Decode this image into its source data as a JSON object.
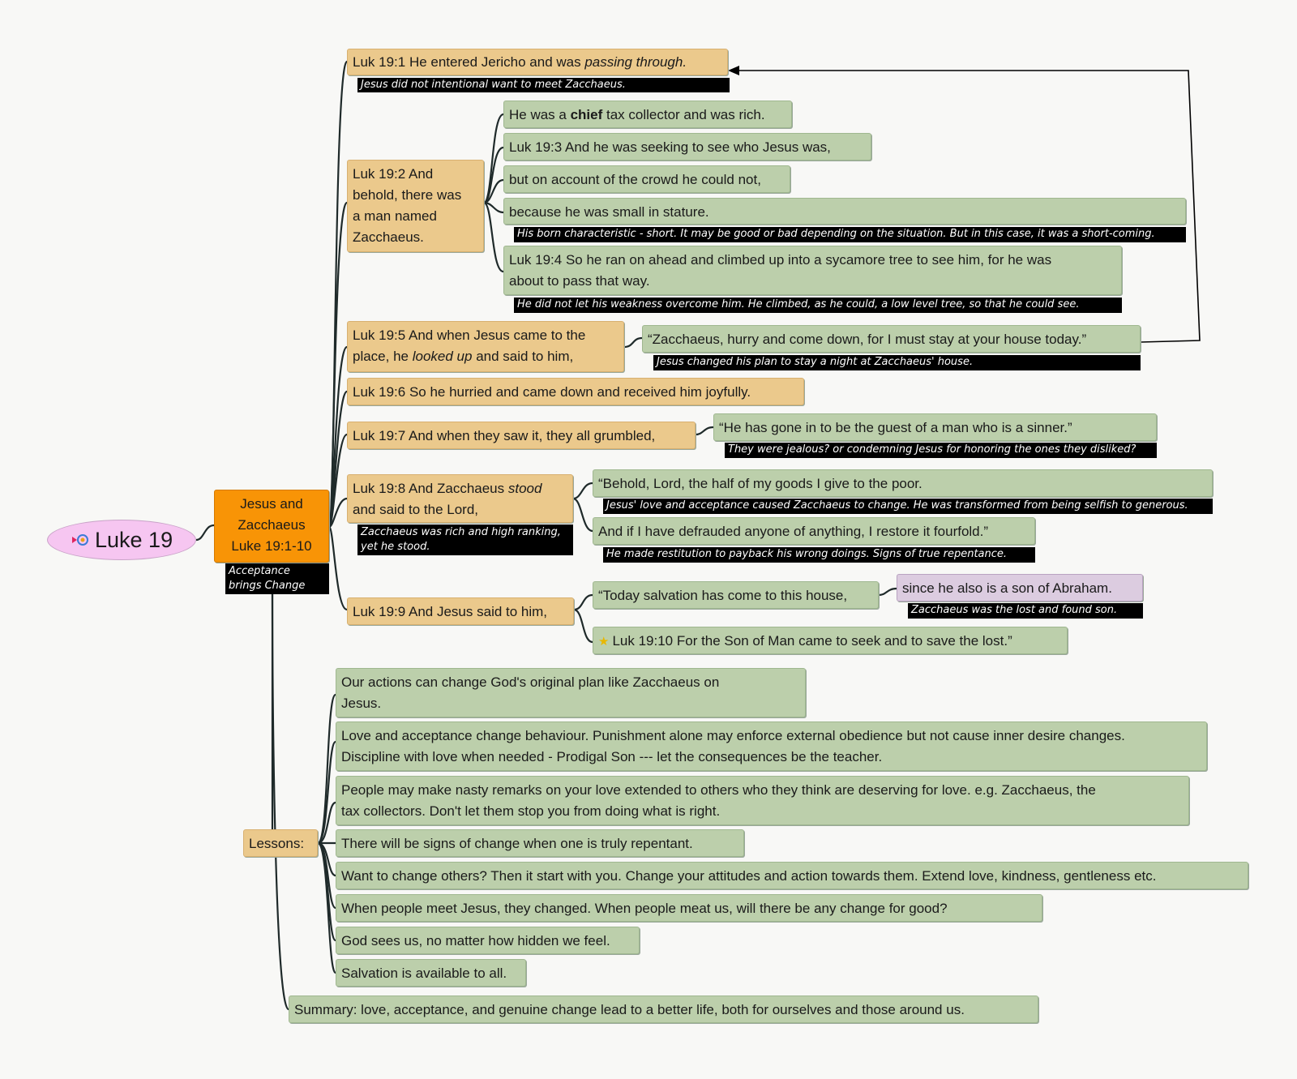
{
  "root": {
    "label": "Luke 19",
    "icon": "map-logo-icon"
  },
  "topic": {
    "lines": [
      "Jesus and",
      "Zacchaeus",
      "Luke 19:1-10"
    ],
    "note_lines": [
      "Acceptance",
      "brings Change"
    ]
  },
  "verses": {
    "v1": {
      "text": "Luk 19:1  He entered Jericho and was ",
      "emph": "passing through.",
      "note": "Jesus did not intentional want to meet Zacchaeus."
    },
    "v2": {
      "lines": [
        "Luk 19:2  And",
        "behold, there was",
        "a man named",
        "Zacchaeus."
      ]
    },
    "v2a": {
      "pre": "He was a ",
      "bold": "chief",
      "post": " tax collector and was rich."
    },
    "v3": "Luk 19:3  And he was seeking to see who Jesus was,",
    "v3b": "but on account of the crowd he could not,",
    "v3c": {
      "text": "because he was small in stature.",
      "note": "His born characteristic - short. It may be good or bad depending on the situation. But in this case, it was a short-coming."
    },
    "v4": {
      "lines": [
        "Luk 19:4  So he ran on ahead and climbed up into a sycamore tree to see him, for he was",
        "about to pass that way."
      ],
      "note": "He did not let his weakness overcome him. He climbed, as he could, a low level tree, so that he could see."
    },
    "v5": {
      "line1": "Luk 19:5  And when Jesus came to the",
      "line2_pre": "place, he ",
      "line2_emph": "looked up",
      "line2_post": " and said to him,"
    },
    "v5a": {
      "text": "“Zacchaeus, hurry and come down, for I must stay at your house today.”",
      "note": "Jesus changed his plan to stay a night at Zacchaeus' house."
    },
    "v6": "Luk 19:6  So he hurried and came down and received him joyfully.",
    "v7": "Luk 19:7  And when they saw it, they all grumbled,",
    "v7a": {
      "text": "“He has gone in to be the guest of a man who is a sinner.”",
      "note": "They were jealous? or condemning Jesus for honoring the ones they disliked?"
    },
    "v8": {
      "line1_pre": "Luk 19:8  And Zacchaeus ",
      "line1_emph": "stood",
      "line2": "and said to the Lord,",
      "note_lines": [
        "Zacchaeus was rich and high ranking,",
        "yet he stood."
      ]
    },
    "v8a": {
      "text": "“Behold, Lord, the half of my goods I give to the poor.",
      "note": "Jesus' love and acceptance caused Zacchaeus to change. He was transformed from being selfish to generous."
    },
    "v8b": {
      "text": "And if I have defrauded anyone of anything, I restore it fourfold.”",
      "note": "He made restitution to payback his wrong doings. Signs of true repentance."
    },
    "v9": "Luk 19:9  And Jesus said to him,",
    "v9a": "“Today salvation has come to this house,",
    "v9b": {
      "text": "since he also is a son of Abraham.",
      "note": "Zacchaeus was the lost and found son."
    },
    "v10": {
      "text": "Luk 19:10  For the Son of Man came to seek and to save the lost.”",
      "icon": "star-icon"
    }
  },
  "lessons": {
    "label": "Lessons:",
    "items": [
      [
        "Our actions can change God's original plan like Zacchaeus on",
        "Jesus."
      ],
      [
        "Love and acceptance change behaviour. Punishment alone may enforce external obedience but not cause inner desire changes.",
        "Discipline with love when needed - Prodigal Son --- let the consequences be the teacher."
      ],
      [
        "People may make nasty remarks on your love extended to others who they think are deserving for love. e.g. Zacchaeus, the",
        "tax collectors. Don't let them stop you from doing what is right."
      ],
      [
        "There will be signs of change when one is truly repentant."
      ],
      [
        "Want to change others? Then it start with you. Change your attitudes and action towards them. Extend love, kindness, gentleness etc."
      ],
      [
        "When people meet Jesus, they changed. When people meat us, will there be any change for good?"
      ],
      [
        "God sees us, no matter how hidden we feel."
      ],
      [
        "Salvation is available to all."
      ]
    ]
  },
  "summary": "Summary: love, acceptance, and genuine change lead to a better life, both for ourselves and those around us.",
  "colors": {
    "topic": "#f89406",
    "verse": "#ebc98c",
    "child": "#bccfab",
    "root": "#f6c6f1",
    "note": "#000000",
    "link": "#1f2a2a"
  }
}
